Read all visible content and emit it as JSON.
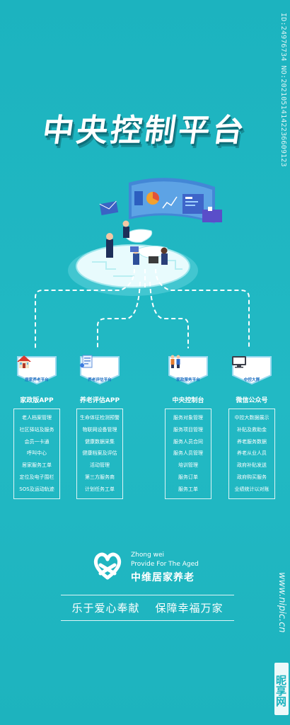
{
  "watermark": {
    "id_text": "ID:24976734 NO:20210514142236609123",
    "site": "www.nipic.cn",
    "brand": "昵享网"
  },
  "title": "中央控制平台",
  "cards": [
    {
      "badge": "居家养老平台",
      "icon": "house-icon",
      "title": "家政版APP",
      "items": [
        "老人档案管理",
        "社区驿站及服务",
        "会员一卡通",
        "呼叫中心",
        "居家服务工单",
        "定位及电子围栏",
        "SOS及运动轨迹"
      ]
    },
    {
      "badge": "养老评估平台",
      "icon": "assessment-icon",
      "title": "养老评估APP",
      "items": [
        "生命体征检测预警",
        "物联网设备管理",
        "健康数据采集",
        "健康档案及评估",
        "活动管理",
        "第三方服务商",
        "计划任务工单"
      ]
    },
    {
      "badge": "家政服务平台",
      "icon": "staff-icon",
      "title": "中央控制台",
      "items": [
        "服务对象管理",
        "服务项目管理",
        "服务人员合同",
        "服务人员管理",
        "培训管理",
        "服务订单",
        "服务工单"
      ]
    },
    {
      "badge": "中控大屏",
      "icon": "monitor-icon",
      "title": "微信公众号",
      "items": [
        "中控大数据展示",
        "补贴及救助金",
        "养老服务数据",
        "养老从业人员",
        "政府补贴发送",
        "政府购买服务",
        "业绩统计以对账"
      ]
    }
  ],
  "brand": {
    "en_line1": "Zhong wei",
    "en_line2": "Provide For The Aged",
    "cn_name": "中维居家养老"
  },
  "slogan": {
    "left": "乐于爱心奉献",
    "right": "保障幸福万家"
  },
  "colors": {
    "background": "#1fb6c1",
    "badge_text": "#1a6ec2",
    "title_shadow": "#0e6d79"
  }
}
